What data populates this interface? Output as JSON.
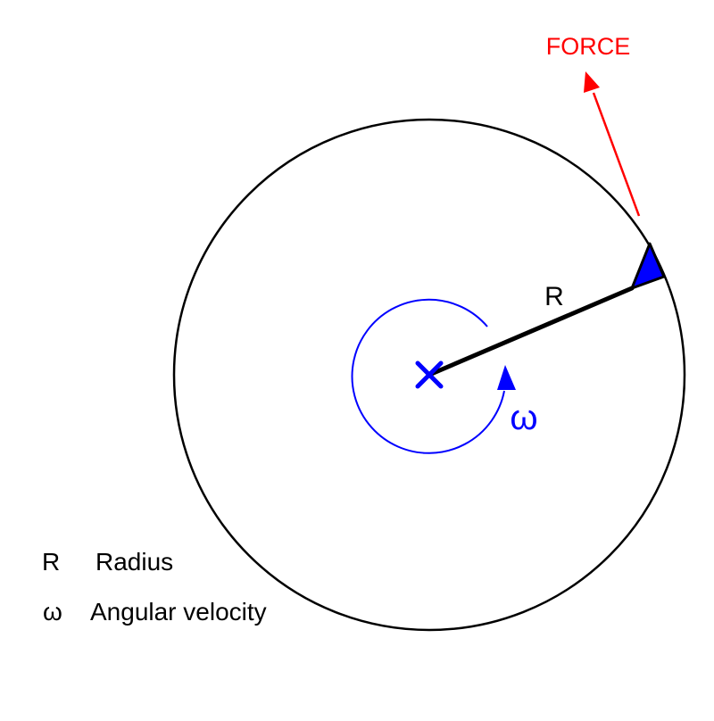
{
  "diagram": {
    "force_label": "FORCE",
    "radius_label": "R",
    "omega_label": "ω",
    "colors": {
      "force": "#ff0000",
      "omega": "#0000ff",
      "outline": "#000000",
      "mass": "#0000ff"
    }
  },
  "legend": [
    {
      "symbol": "R",
      "description": "Radius"
    },
    {
      "symbol": "ω",
      "description": "Angular velocity"
    }
  ]
}
